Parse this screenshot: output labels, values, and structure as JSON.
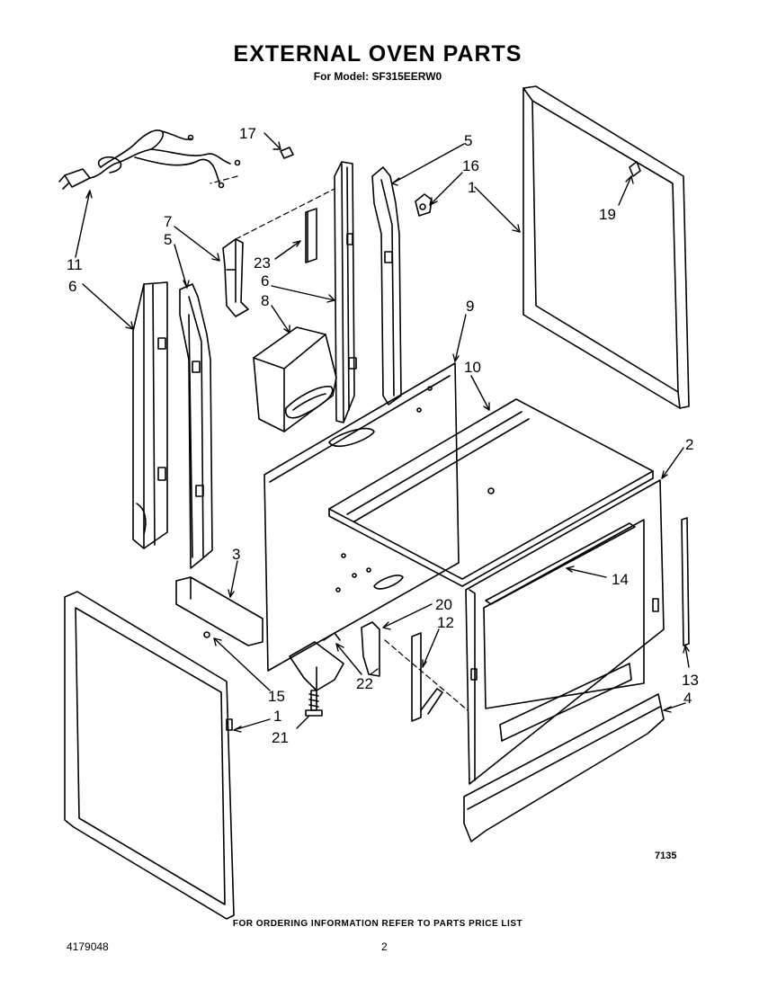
{
  "header": {
    "title": "EXTERNAL OVEN PARTS",
    "subtitle": "For Model: SF315EERW0"
  },
  "callouts": [
    {
      "id": "c17",
      "text": "17"
    },
    {
      "id": "c5a",
      "text": "5"
    },
    {
      "id": "c16",
      "text": "16"
    },
    {
      "id": "c1a",
      "text": "1"
    },
    {
      "id": "c19",
      "text": "19"
    },
    {
      "id": "c7",
      "text": "7"
    },
    {
      "id": "c5b",
      "text": "5"
    },
    {
      "id": "c11",
      "text": "11"
    },
    {
      "id": "c6a",
      "text": "6"
    },
    {
      "id": "c23",
      "text": "23"
    },
    {
      "id": "c6b",
      "text": "6"
    },
    {
      "id": "c8",
      "text": "8"
    },
    {
      "id": "c9",
      "text": "9"
    },
    {
      "id": "c10",
      "text": "10"
    },
    {
      "id": "c2",
      "text": "2"
    },
    {
      "id": "c3",
      "text": "3"
    },
    {
      "id": "c14",
      "text": "14"
    },
    {
      "id": "c20",
      "text": "20"
    },
    {
      "id": "c12",
      "text": "12"
    },
    {
      "id": "c13",
      "text": "13"
    },
    {
      "id": "c4",
      "text": "4"
    },
    {
      "id": "c22",
      "text": "22"
    },
    {
      "id": "c15",
      "text": "15"
    },
    {
      "id": "c1b",
      "text": "1"
    },
    {
      "id": "c21",
      "text": "21"
    }
  ],
  "figure_code": "7135",
  "footer": {
    "note": "FOR ORDERING INFORMATION REFER TO PARTS PRICE LIST",
    "doc_number": "4179048",
    "page_number": "2"
  }
}
